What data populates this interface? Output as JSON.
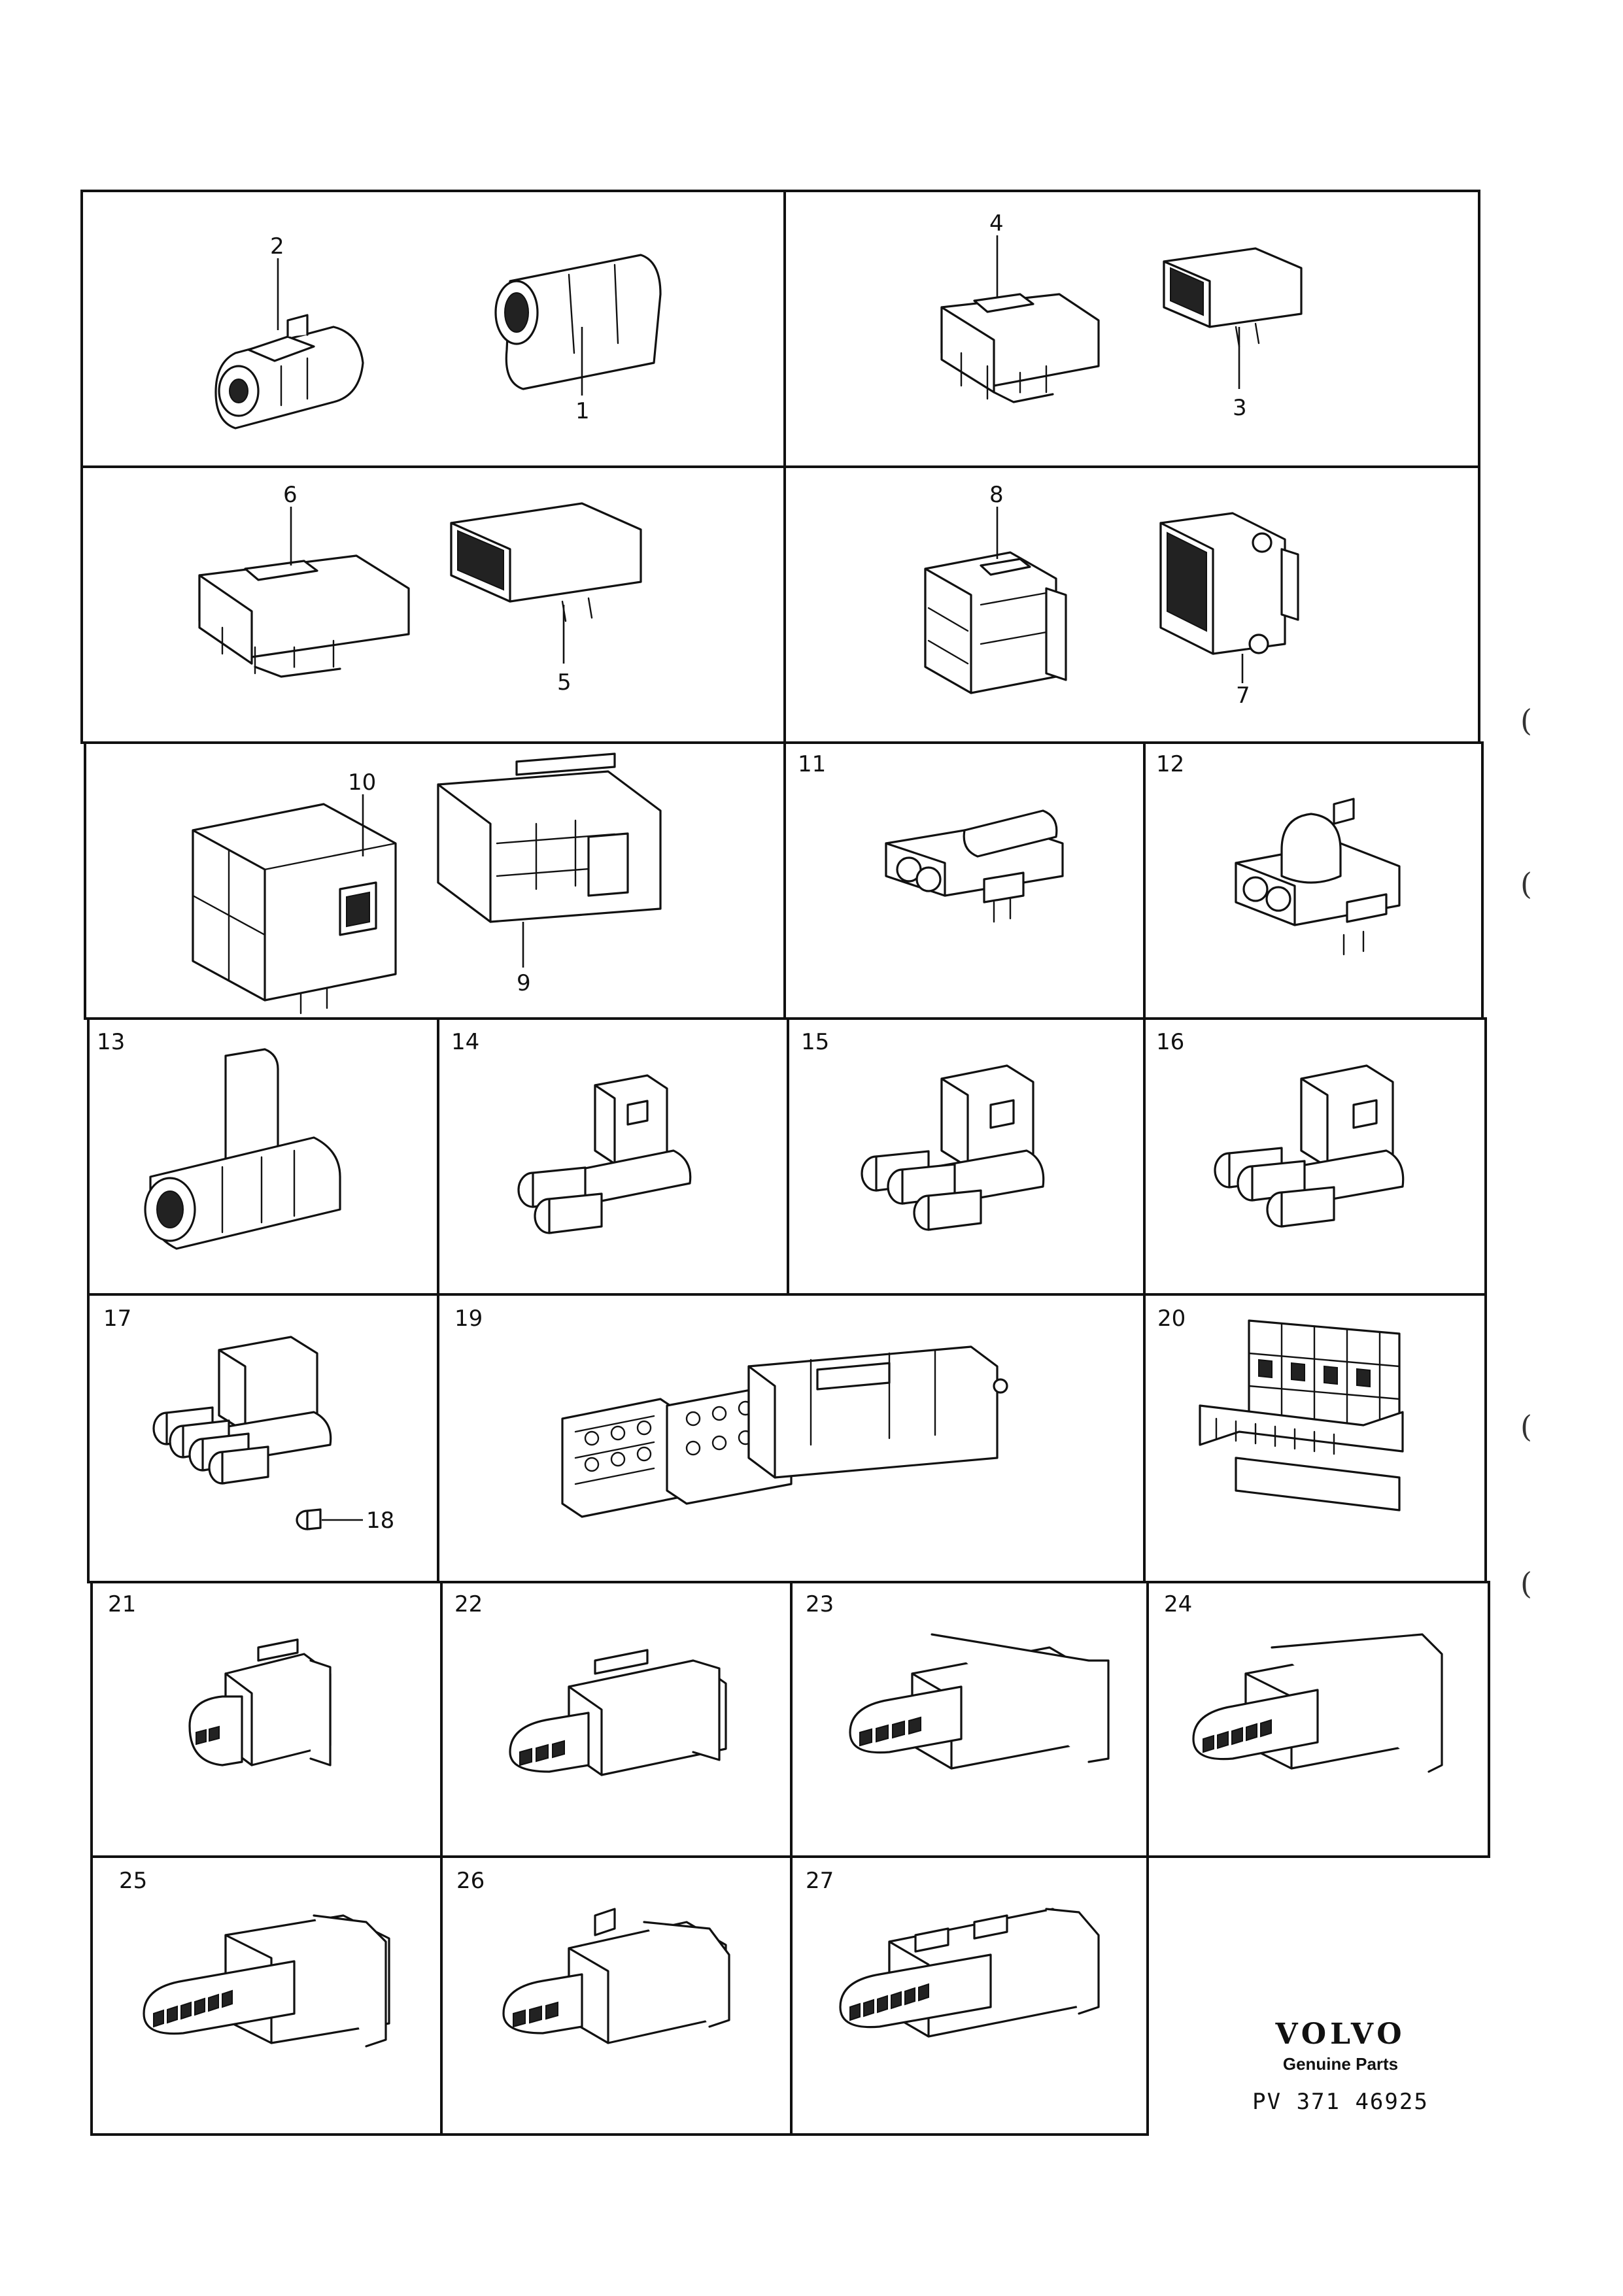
{
  "cells": [
    {
      "id": "c1",
      "labels": [
        {
          "n": "2"
        },
        {
          "n": "1"
        }
      ]
    },
    {
      "id": "c2",
      "labels": [
        {
          "n": "4"
        },
        {
          "n": "3"
        }
      ]
    },
    {
      "id": "c3",
      "labels": [
        {
          "n": "6"
        },
        {
          "n": "5"
        }
      ]
    },
    {
      "id": "c4",
      "labels": [
        {
          "n": "8"
        },
        {
          "n": "7"
        }
      ]
    },
    {
      "id": "c5",
      "labels": [
        {
          "n": "10"
        },
        {
          "n": "9"
        }
      ]
    },
    {
      "id": "c6",
      "labels": [
        {
          "n": "11"
        }
      ]
    },
    {
      "id": "c7",
      "labels": [
        {
          "n": "12"
        }
      ]
    },
    {
      "id": "c8",
      "labels": [
        {
          "n": "13"
        }
      ]
    },
    {
      "id": "c9",
      "labels": [
        {
          "n": "14"
        }
      ]
    },
    {
      "id": "c10",
      "labels": [
        {
          "n": "15"
        }
      ]
    },
    {
      "id": "c11",
      "labels": [
        {
          "n": "16"
        }
      ]
    },
    {
      "id": "c12",
      "labels": [
        {
          "n": "17"
        },
        {
          "n": "18"
        }
      ]
    },
    {
      "id": "c13",
      "labels": [
        {
          "n": "19"
        }
      ]
    },
    {
      "id": "c14",
      "labels": [
        {
          "n": "20"
        }
      ]
    },
    {
      "id": "c15",
      "labels": [
        {
          "n": "21"
        }
      ]
    },
    {
      "id": "c16",
      "labels": [
        {
          "n": "22"
        }
      ]
    },
    {
      "id": "c17",
      "labels": [
        {
          "n": "23"
        }
      ]
    },
    {
      "id": "c18",
      "labels": [
        {
          "n": "24"
        }
      ]
    },
    {
      "id": "c19",
      "labels": [
        {
          "n": "25"
        }
      ]
    },
    {
      "id": "c20",
      "labels": [
        {
          "n": "26"
        }
      ]
    },
    {
      "id": "c21",
      "labels": [
        {
          "n": "27"
        }
      ]
    }
  ],
  "brand": {
    "logo": "VOLVO",
    "tagline": "Genuine Parts",
    "reference": "PV 371 46925"
  },
  "margin_marks": [
    "(",
    "(",
    "(",
    "("
  ]
}
